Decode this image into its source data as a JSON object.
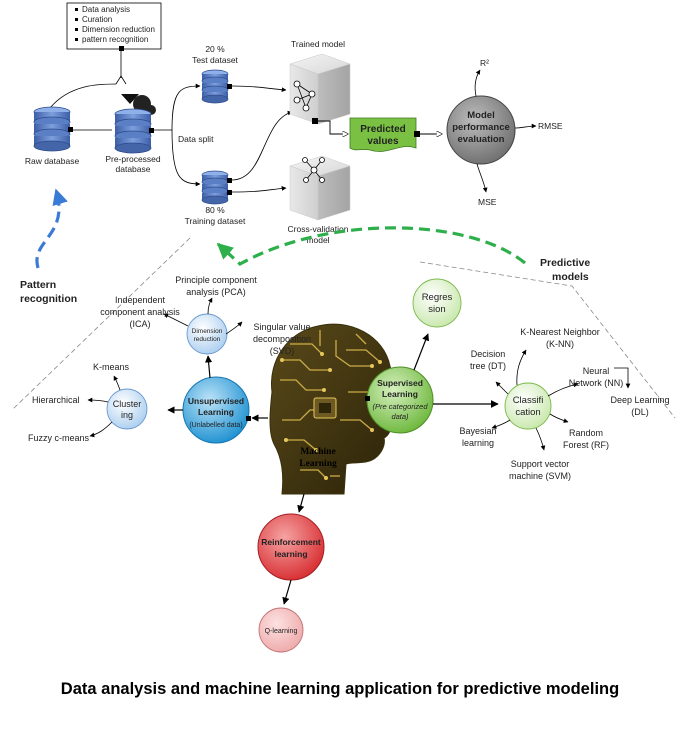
{
  "checklist": [
    "Data analysis",
    "Curation",
    "Dimension reduction",
    "pattern recognition"
  ],
  "pipeline": {
    "raw_db": "Raw database",
    "preprocessed_db": [
      "Pre-processed",
      "database"
    ],
    "data_split": "Data split",
    "test_dataset": [
      "20 %",
      "Test dataset"
    ],
    "training_dataset": [
      "80 %",
      "Training dataset"
    ],
    "trained_model": "Trained model",
    "cross_validation_model": [
      "Cross-validation",
      "model"
    ],
    "predicted_values": [
      "Predicted",
      "values"
    ],
    "model_evaluation": [
      "Model",
      "performance",
      "evaluation"
    ],
    "metrics": {
      "r2": "R²",
      "rmse": "RMSE",
      "mse": "MSE"
    }
  },
  "annotations": {
    "pattern_recognition": [
      "Pattern",
      "recognition"
    ],
    "predictive_models": [
      "Predictive",
      "models"
    ]
  },
  "center": {
    "label": [
      "Machine",
      "Learning"
    ]
  },
  "unsupervised": {
    "node": [
      "Unsupervised",
      "Learning",
      "(Unlabelled data)"
    ],
    "dimension_reduction": [
      "Dimension",
      "reduction"
    ],
    "pca": [
      "Principle component",
      "analysis (PCA)"
    ],
    "ica": [
      "Independent",
      "component analysis",
      "(ICA)"
    ],
    "svd": [
      "Singular value",
      "decomposition",
      "(SVD)"
    ],
    "clustering": [
      "Cluster",
      "ing"
    ],
    "kmeans": "K-means",
    "hierarchical": "Hierarchical",
    "fuzzy": "Fuzzy c-means"
  },
  "supervised": {
    "node": [
      "Supervised",
      "Learning",
      "(Pre categorized",
      "data)"
    ],
    "regression": [
      "Regres",
      "sion"
    ],
    "classification": [
      "Classifi",
      "cation"
    ],
    "knn": [
      "K-Nearest Neighbor",
      "(K-NN)"
    ],
    "dt": [
      "Decision",
      "tree (DT)"
    ],
    "nn": [
      "Neural",
      "Network (NN)"
    ],
    "dl": [
      "Deep Learning",
      "(DL)"
    ],
    "bayesian": [
      "Bayesian",
      "learning"
    ],
    "rf": [
      "Random",
      "Forest (RF)"
    ],
    "svm": [
      "Support vector",
      "machine (SVM)"
    ]
  },
  "reinforcement": {
    "node": [
      "Reinforcement",
      "learning"
    ],
    "qlearning": "Q-learning"
  },
  "caption": "Data analysis and machine learning application for predictive modeling",
  "colors": {
    "db_blue": "#5b7fc4",
    "predicted_green": "#7ac143",
    "eval_gray": "#7f7f7f",
    "unsupervised_blue": "#1ea0e0",
    "supervised_green": "#7cc447",
    "reinforcement_red": "#e0383c",
    "dashed_blue": "#3a7bd5",
    "dashed_green": "#2db04b",
    "head_gold": "#b89a3a"
  }
}
